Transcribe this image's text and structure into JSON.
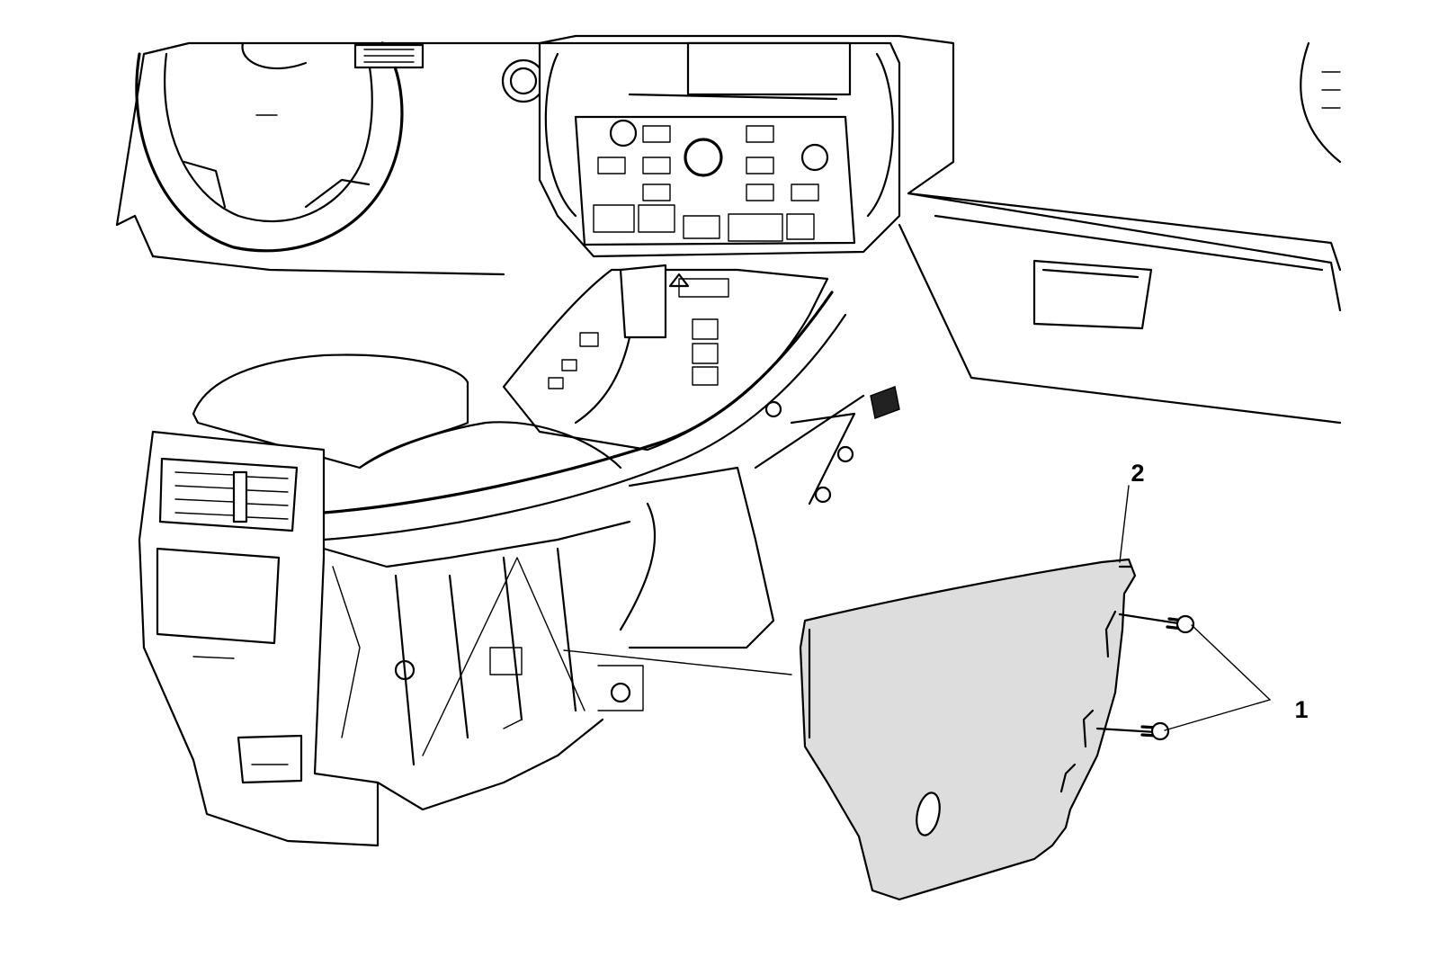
{
  "diagram": {
    "colors": {
      "line": "#000000",
      "background": "#ffffff",
      "panel_fill": "#dddddd"
    },
    "callouts": [
      {
        "id": "1",
        "label": "1"
      },
      {
        "id": "2",
        "label": "2"
      }
    ]
  }
}
